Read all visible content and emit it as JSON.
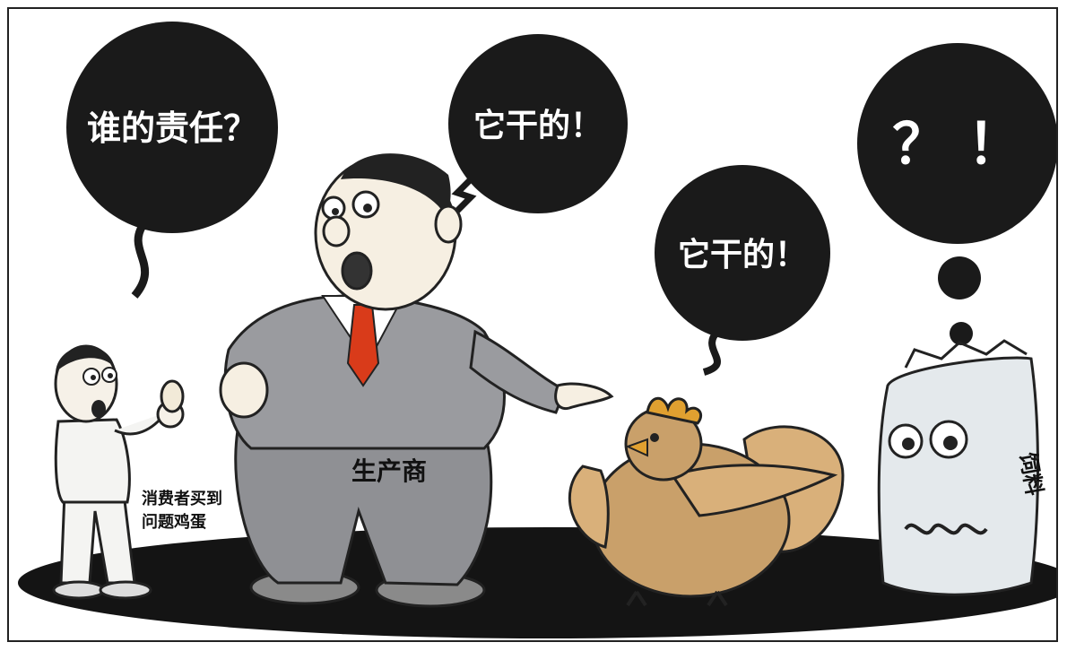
{
  "speech": {
    "consumer": "谁的责任？",
    "producer": "它干的！",
    "hen": "它干的！",
    "feed": "？ ！"
  },
  "labels": {
    "producer": "生产商",
    "consumer_line1": "消费者买到",
    "consumer_line2": "问题鸡蛋",
    "feed_bag": "饲料"
  },
  "colors": {
    "bubble": "#1a1a1a",
    "suit": "#8f9094",
    "tie": "#d93b1a",
    "hen": "#c9a06a",
    "comb": "#e0a030",
    "feed_bag": "#e4e9ec",
    "floor": "#141414"
  }
}
